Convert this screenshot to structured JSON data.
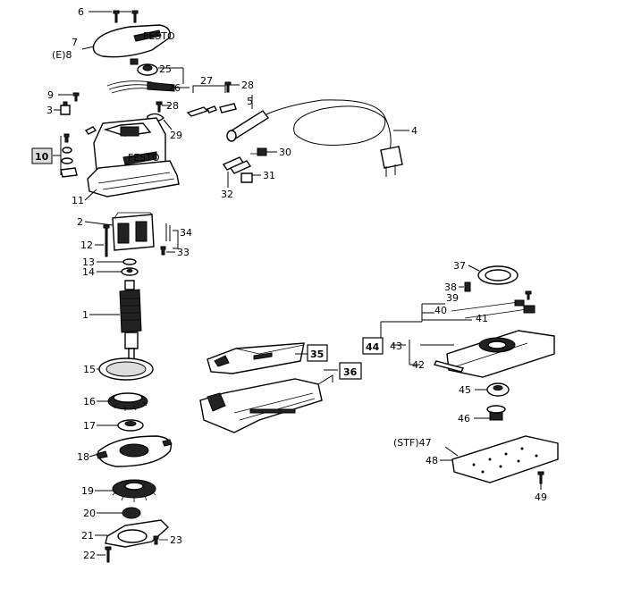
{
  "parts": [
    {
      "id": "p1",
      "text": "1"
    },
    {
      "id": "p2",
      "text": "2"
    },
    {
      "id": "p3",
      "text": "3"
    },
    {
      "id": "p4",
      "text": "4"
    },
    {
      "id": "p5",
      "text": "5"
    },
    {
      "id": "p6",
      "text": "6"
    },
    {
      "id": "p7",
      "text": "7"
    },
    {
      "id": "p7e",
      "text": "(E)8"
    },
    {
      "id": "p9",
      "text": "9"
    },
    {
      "id": "p10",
      "text": "10"
    },
    {
      "id": "p11",
      "text": "11"
    },
    {
      "id": "p12",
      "text": "12"
    },
    {
      "id": "p13",
      "text": "13"
    },
    {
      "id": "p14",
      "text": "14"
    },
    {
      "id": "p15",
      "text": "15"
    },
    {
      "id": "p16",
      "text": "16"
    },
    {
      "id": "p17",
      "text": "17"
    },
    {
      "id": "p18",
      "text": "18"
    },
    {
      "id": "p19",
      "text": "19"
    },
    {
      "id": "p20",
      "text": "20"
    },
    {
      "id": "p21",
      "text": "21"
    },
    {
      "id": "p22",
      "text": "22"
    },
    {
      "id": "p23",
      "text": "23"
    },
    {
      "id": "p25",
      "text": "25"
    },
    {
      "id": "p26",
      "text": "26"
    },
    {
      "id": "p27",
      "text": "27"
    },
    {
      "id": "p28a",
      "text": "28"
    },
    {
      "id": "p28b",
      "text": "28"
    },
    {
      "id": "p29",
      "text": "29"
    },
    {
      "id": "p30",
      "text": "30"
    },
    {
      "id": "p31",
      "text": "31"
    },
    {
      "id": "p32",
      "text": "32"
    },
    {
      "id": "p33",
      "text": "33"
    },
    {
      "id": "p34",
      "text": "34"
    },
    {
      "id": "p35",
      "text": "35"
    },
    {
      "id": "p36",
      "text": "36"
    },
    {
      "id": "p37",
      "text": "37"
    },
    {
      "id": "p38",
      "text": "38"
    },
    {
      "id": "p39",
      "text": "39"
    },
    {
      "id": "p40",
      "text": "40"
    },
    {
      "id": "p41",
      "text": "41"
    },
    {
      "id": "p42",
      "text": "42"
    },
    {
      "id": "p43",
      "text": "43"
    },
    {
      "id": "p44",
      "text": "44"
    },
    {
      "id": "p45",
      "text": "45"
    },
    {
      "id": "p46",
      "text": "46"
    },
    {
      "id": "p47",
      "text": "(STF)47"
    },
    {
      "id": "p48",
      "text": "48"
    },
    {
      "id": "p49",
      "text": "49"
    }
  ],
  "brand": {
    "housing_logo": "FESTO",
    "cap_logo": "FESTO"
  }
}
